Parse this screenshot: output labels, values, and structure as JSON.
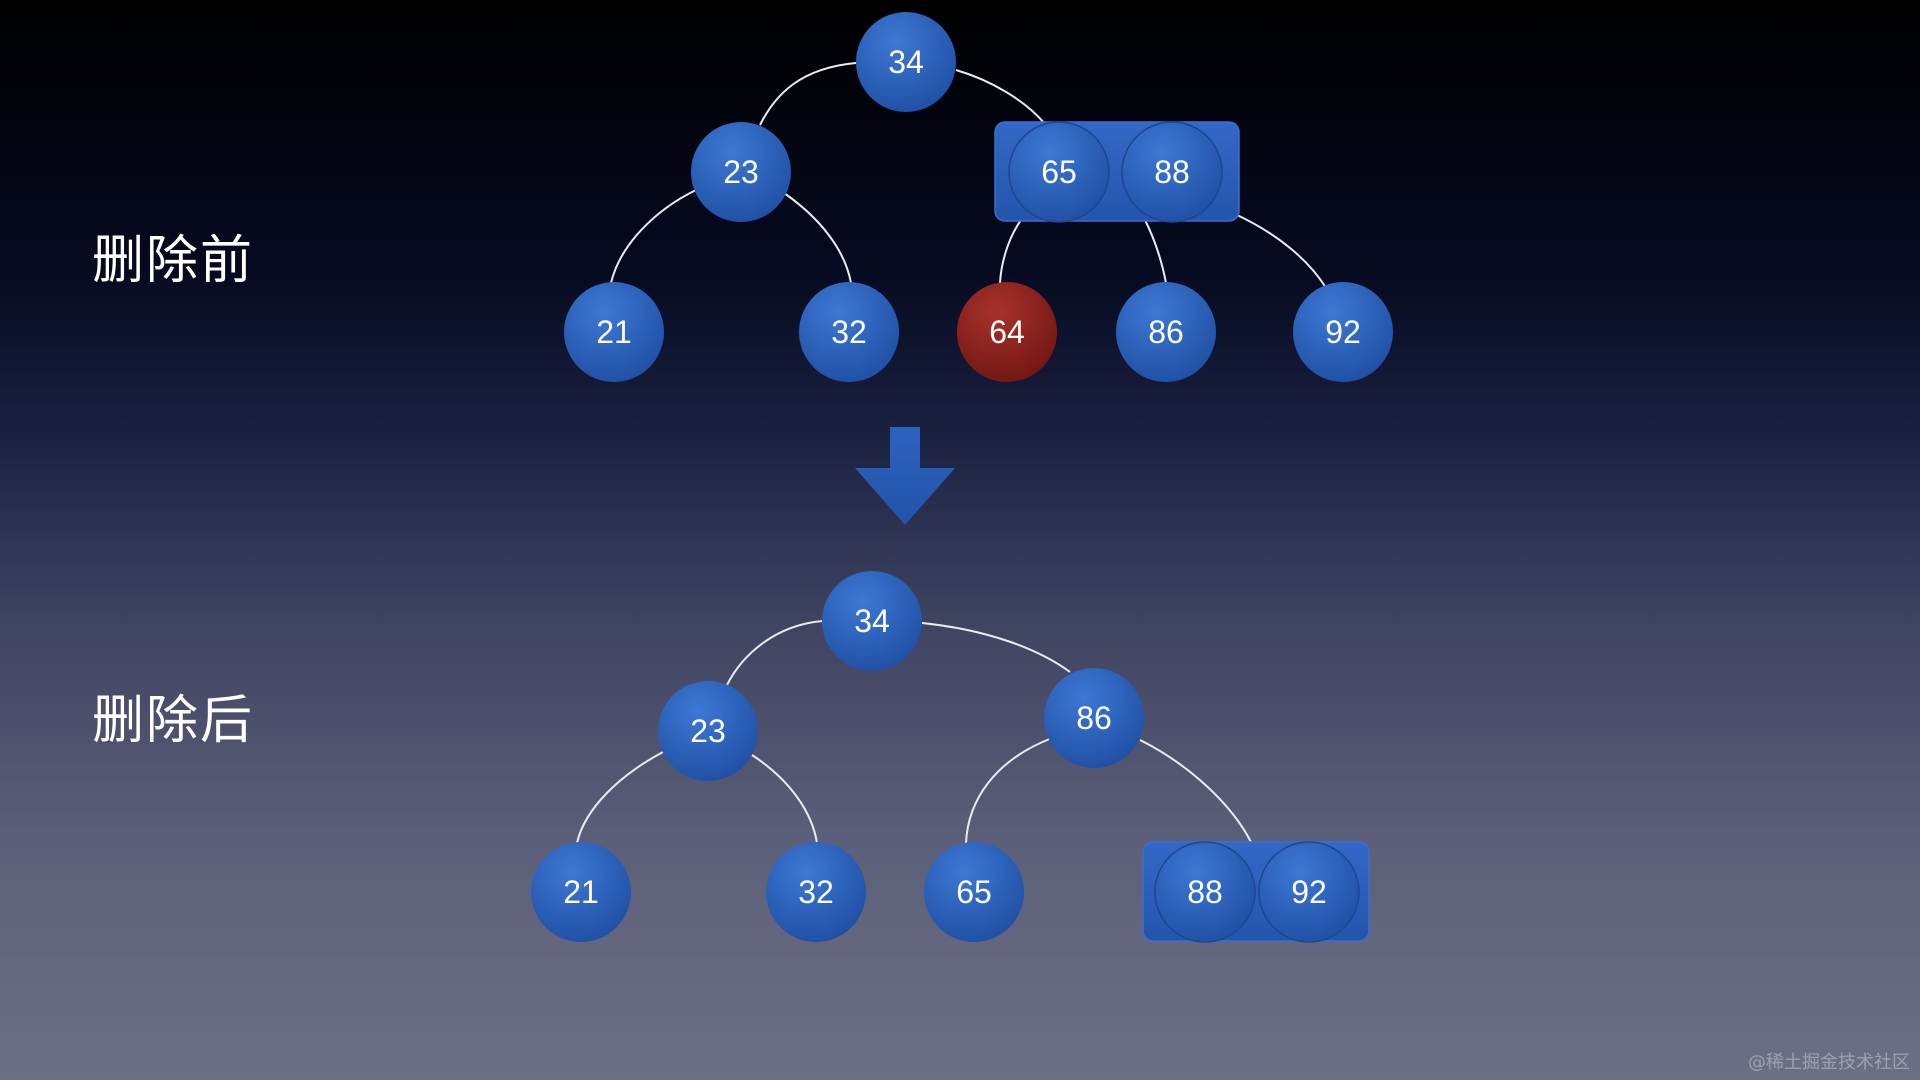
{
  "labels": {
    "before": "删除前",
    "after": "删除后"
  },
  "watermark": "@稀土掘金技术社区",
  "colors": {
    "node_blue": "#2a5fb8",
    "node_red": "#8e1e1a",
    "edge": "#e8ecf5",
    "text": "#ffffff"
  },
  "before_tree": {
    "root": "34",
    "level1_left": "23",
    "level1_right_group": [
      "65",
      "88"
    ],
    "leaves": [
      "21",
      "32",
      "64",
      "86",
      "92"
    ],
    "deleted": "64"
  },
  "after_tree": {
    "root": "34",
    "level1_left": "23",
    "level1_right": "86",
    "leaves": [
      "21",
      "32",
      "65"
    ],
    "leaf_group": [
      "88",
      "92"
    ]
  },
  "arrow_icon": "down-arrow-icon"
}
